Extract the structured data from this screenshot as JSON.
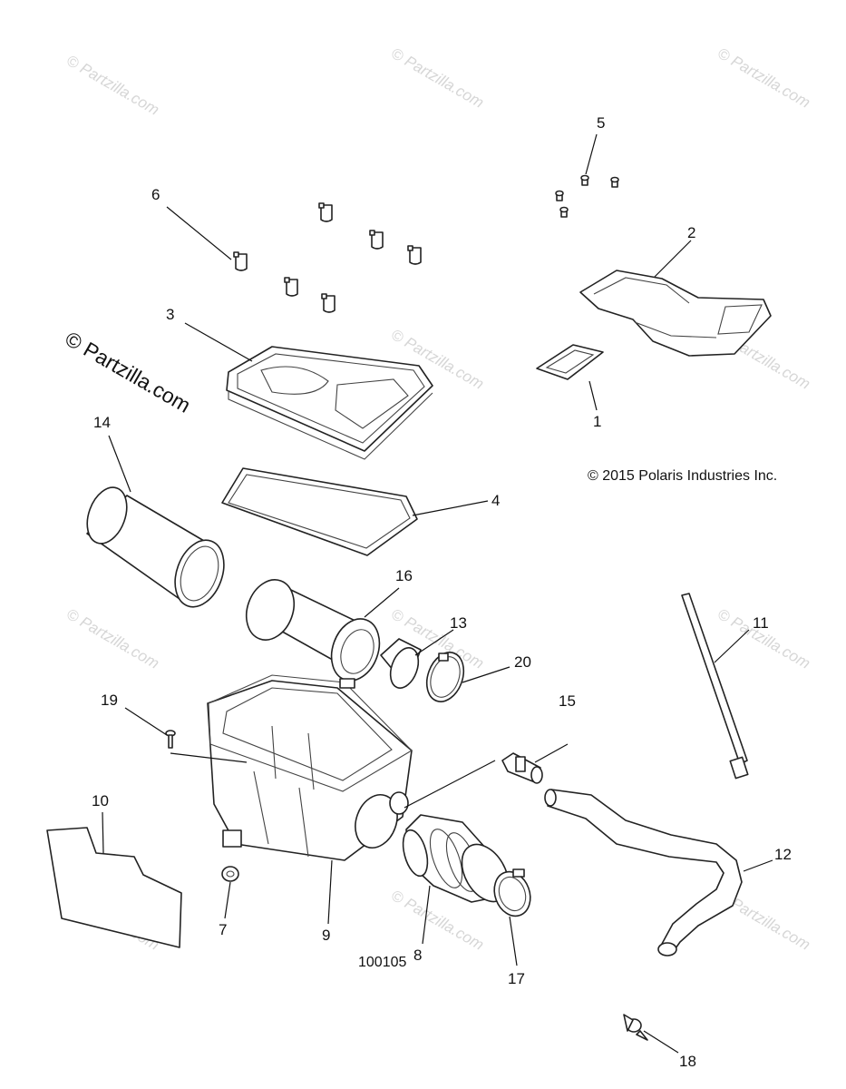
{
  "brand_logo": "© Partzilla.com",
  "watermark_text": "© Partzilla.com",
  "copyright": "© 2015 Polaris Industries Inc.",
  "diagram_id": "100105",
  "callouts": {
    "c1": "1",
    "c2": "2",
    "c3": "3",
    "c4": "4",
    "c5": "5",
    "c6": "6",
    "c7": "7",
    "c8": "8",
    "c9": "9",
    "c10": "10",
    "c11": "11",
    "c12": "12",
    "c13": "13",
    "c14": "14",
    "c15": "15",
    "c16": "16",
    "c17": "17",
    "c18": "18",
    "c19": "19",
    "c20": "20"
  }
}
